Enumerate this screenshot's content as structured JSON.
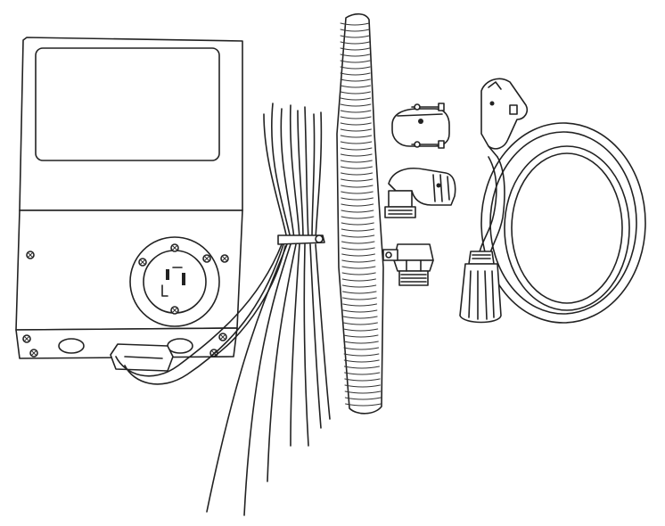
{
  "illustration": {
    "components": [
      {
        "id": "transformer_box",
        "icon": "enclosure-icon"
      },
      {
        "id": "wire_bundle",
        "icon": "wire-bundle-icon"
      },
      {
        "id": "flexible_conduit",
        "icon": "conduit-icon"
      },
      {
        "id": "strain_relief_clamp",
        "icon": "clamp-icon"
      },
      {
        "id": "angle_connector",
        "icon": "elbow-connector-icon"
      },
      {
        "id": "straight_connector",
        "icon": "straight-connector-icon"
      },
      {
        "id": "power_cord",
        "icon": "power-cord-icon"
      }
    ],
    "colors": {
      "line": "#222222",
      "background": "#ffffff"
    }
  }
}
